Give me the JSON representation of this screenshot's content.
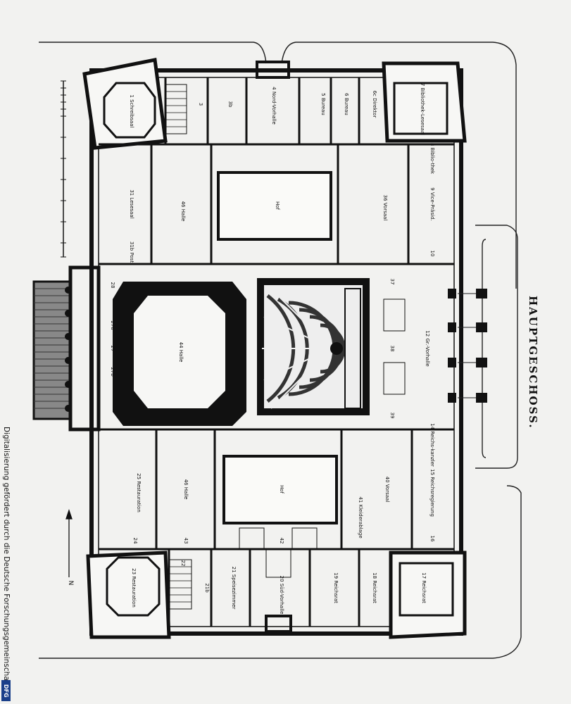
{
  "plan": {
    "title": "HAUPTGESCHOSS.",
    "compass_letter": "N",
    "credit": "Digitalisierung gefördert durch die Deutsche Forschungsgemeinschaft",
    "logo_text": "DFG",
    "rooms": [
      {
        "id": "r1",
        "label": "1 Schreibsaal"
      },
      {
        "id": "r3",
        "label": "3"
      },
      {
        "id": "r3b",
        "label": "3b"
      },
      {
        "id": "r4",
        "label": "4 Nord-Vorhalle"
      },
      {
        "id": "r5",
        "label": "5 Bureau"
      },
      {
        "id": "r6",
        "label": "6 Bureau"
      },
      {
        "id": "r6c",
        "label": "6c Direktor"
      },
      {
        "id": "r7",
        "label": "7 Bibliothek-Lesesaal"
      },
      {
        "id": "r31",
        "label": "31 Lesesaal"
      },
      {
        "id": "r31b",
        "label": "31b Post"
      },
      {
        "id": "r46a",
        "label": "46 Halle"
      },
      {
        "id": "hof1",
        "label": "Hof"
      },
      {
        "id": "r36",
        "label": "36 Vorsaal"
      },
      {
        "id": "r8",
        "label": "8 Biblio-thek"
      },
      {
        "id": "r9",
        "label": "9 Vice-Präsid."
      },
      {
        "id": "r10",
        "label": "10"
      },
      {
        "id": "r28",
        "label": "28"
      },
      {
        "id": "r27a",
        "label": "27a"
      },
      {
        "id": "r27",
        "label": "27"
      },
      {
        "id": "r27b",
        "label": "27b"
      },
      {
        "id": "r44",
        "label": "44 Halle"
      },
      {
        "id": "r37",
        "label": "37"
      },
      {
        "id": "r12",
        "label": "12 Gr.-Vorhalle"
      },
      {
        "id": "r38",
        "label": "38"
      },
      {
        "id": "r39",
        "label": "39"
      },
      {
        "id": "r14",
        "label": "14 Reichs-kanzler"
      },
      {
        "id": "r46b",
        "label": "46 Halle"
      },
      {
        "id": "hof2",
        "label": "Hof"
      },
      {
        "id": "r40",
        "label": "40 Vorsaal"
      },
      {
        "id": "r15",
        "label": "15 Reichsregierung"
      },
      {
        "id": "r16",
        "label": "16"
      },
      {
        "id": "r25",
        "label": "25 Restauration"
      },
      {
        "id": "r24",
        "label": "24"
      },
      {
        "id": "r43",
        "label": "43"
      },
      {
        "id": "r42",
        "label": "42"
      },
      {
        "id": "r41",
        "label": "41 Kleiderablage"
      },
      {
        "id": "r23",
        "label": "23 Restauration"
      },
      {
        "id": "r22",
        "label": "22"
      },
      {
        "id": "r21b",
        "label": "21b"
      },
      {
        "id": "r21",
        "label": "21 Speisezimmer"
      },
      {
        "id": "r20",
        "label": "20 Süd-Vorhalle"
      },
      {
        "id": "r19",
        "label": "19 Reichsrat"
      },
      {
        "id": "r18",
        "label": "18 Reichsrat"
      },
      {
        "id": "r17",
        "label": "17 Reichsrat"
      }
    ]
  }
}
